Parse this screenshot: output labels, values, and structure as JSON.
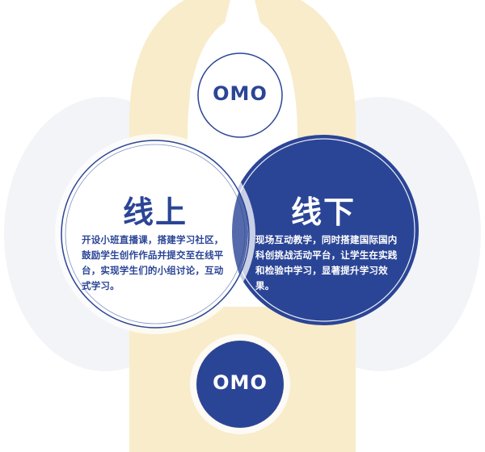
{
  "colors": {
    "navy": "#2b4596",
    "cream": "#f8eccb",
    "halo": "#f2f3f6",
    "white": "#ffffff"
  },
  "top_node": {
    "label": "OMO"
  },
  "bottom_node": {
    "label": "OMO"
  },
  "online": {
    "title": "线上",
    "description": "开设小班直播课，搭建学习社区，鼓励学生创作作品并提交至在线平台，实现学生们的小组讨论，互动式学习。"
  },
  "offline": {
    "title": "线下",
    "description": "现场互动教学，同时搭建国际国内科创挑战活动平台，让学生在实践和检验中学习，显著提升学习效果。"
  }
}
